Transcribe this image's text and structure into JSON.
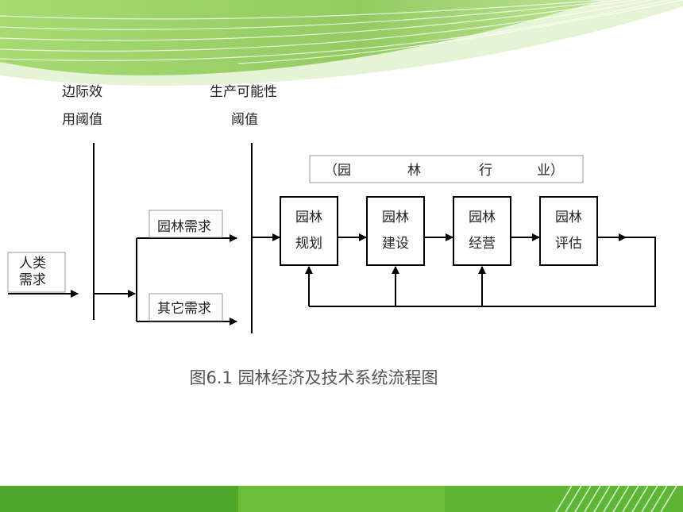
{
  "threshold_marginal": {
    "line1": "边际效",
    "line2": "用阈值"
  },
  "threshold_production": {
    "line1": "生产可能性",
    "line2": "阈值"
  },
  "industry_banner": {
    "c1": "（园",
    "c2": "林",
    "c3": "行",
    "c4": "业）"
  },
  "human_demand": {
    "line1": "人类",
    "line2": "需求"
  },
  "garden_demand": "园林需求",
  "other_demand": "其它需求",
  "stages": [
    {
      "line1": "园林",
      "line2": "规划"
    },
    {
      "line1": "园林",
      "line2": "建设"
    },
    {
      "line1": "园林",
      "line2": "经营"
    },
    {
      "line1": "园林",
      "line2": "评估"
    }
  ],
  "caption": "图6.1  园林经济及技术系统流程图",
  "colors": {
    "banner_green": "#7dc242",
    "banner_light": "#c5e6a0",
    "footer_green": "#5fb534",
    "line": "#000000"
  }
}
